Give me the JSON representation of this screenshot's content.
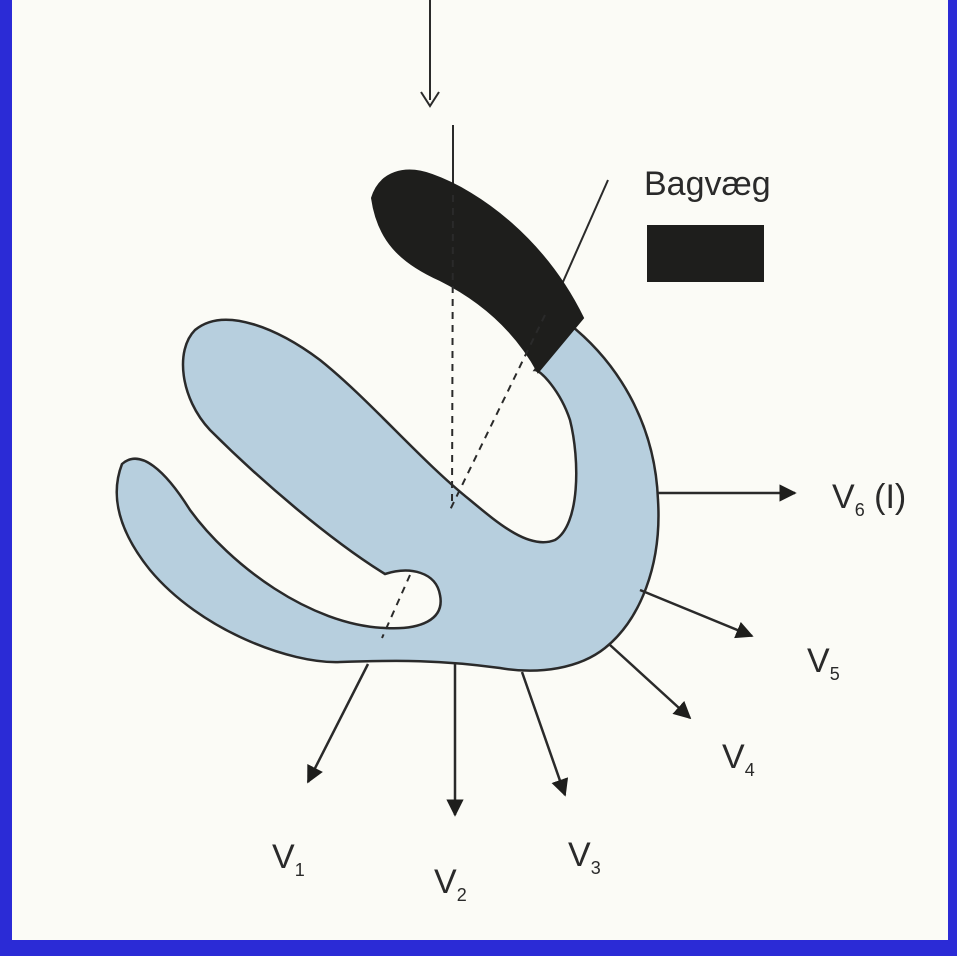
{
  "legend": {
    "label": "Bagvæg"
  },
  "leads": [
    {
      "id": "V1",
      "main": "V",
      "sub": "1",
      "suffix": ""
    },
    {
      "id": "V2",
      "main": "V",
      "sub": "2",
      "suffix": ""
    },
    {
      "id": "V3",
      "main": "V",
      "sub": "3",
      "suffix": ""
    },
    {
      "id": "V4",
      "main": "V",
      "sub": "4",
      "suffix": ""
    },
    {
      "id": "V5",
      "main": "V",
      "sub": "5",
      "suffix": ""
    },
    {
      "id": "V6",
      "main": "V",
      "sub": "6",
      "suffix": " (I)"
    }
  ],
  "colors": {
    "frame": "#2b2bd6",
    "background": "#fbfbf6",
    "heart_fill": "#b7cfde",
    "posterior_wall": "#1e1e1c",
    "ink": "#2a2a2a"
  }
}
